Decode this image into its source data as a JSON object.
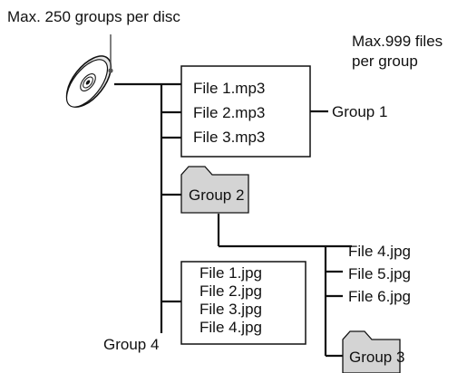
{
  "header": {
    "max_groups_label": "Max. 250 groups per disc",
    "max_files_line1": "Max.999 files",
    "max_files_line2": "per group"
  },
  "group1": {
    "files": [
      "File 1.mp3",
      "File 2.mp3",
      "File 3.mp3"
    ],
    "label": "Group 1"
  },
  "group2": {
    "label": "Group 2"
  },
  "group3": {
    "files": [
      "File 4.jpg",
      "File 5.jpg",
      "File 6.jpg"
    ],
    "label": "Group 3"
  },
  "group4": {
    "files": [
      "File 1.jpg",
      "File 2.jpg",
      "File 3.jpg",
      "File 4.jpg"
    ],
    "label": "Group 4"
  },
  "colors": {
    "folder_fill": "#d4d4d4",
    "line": "#111111"
  },
  "icons": {
    "disc": "disc-icon",
    "folder": "folder-icon"
  }
}
